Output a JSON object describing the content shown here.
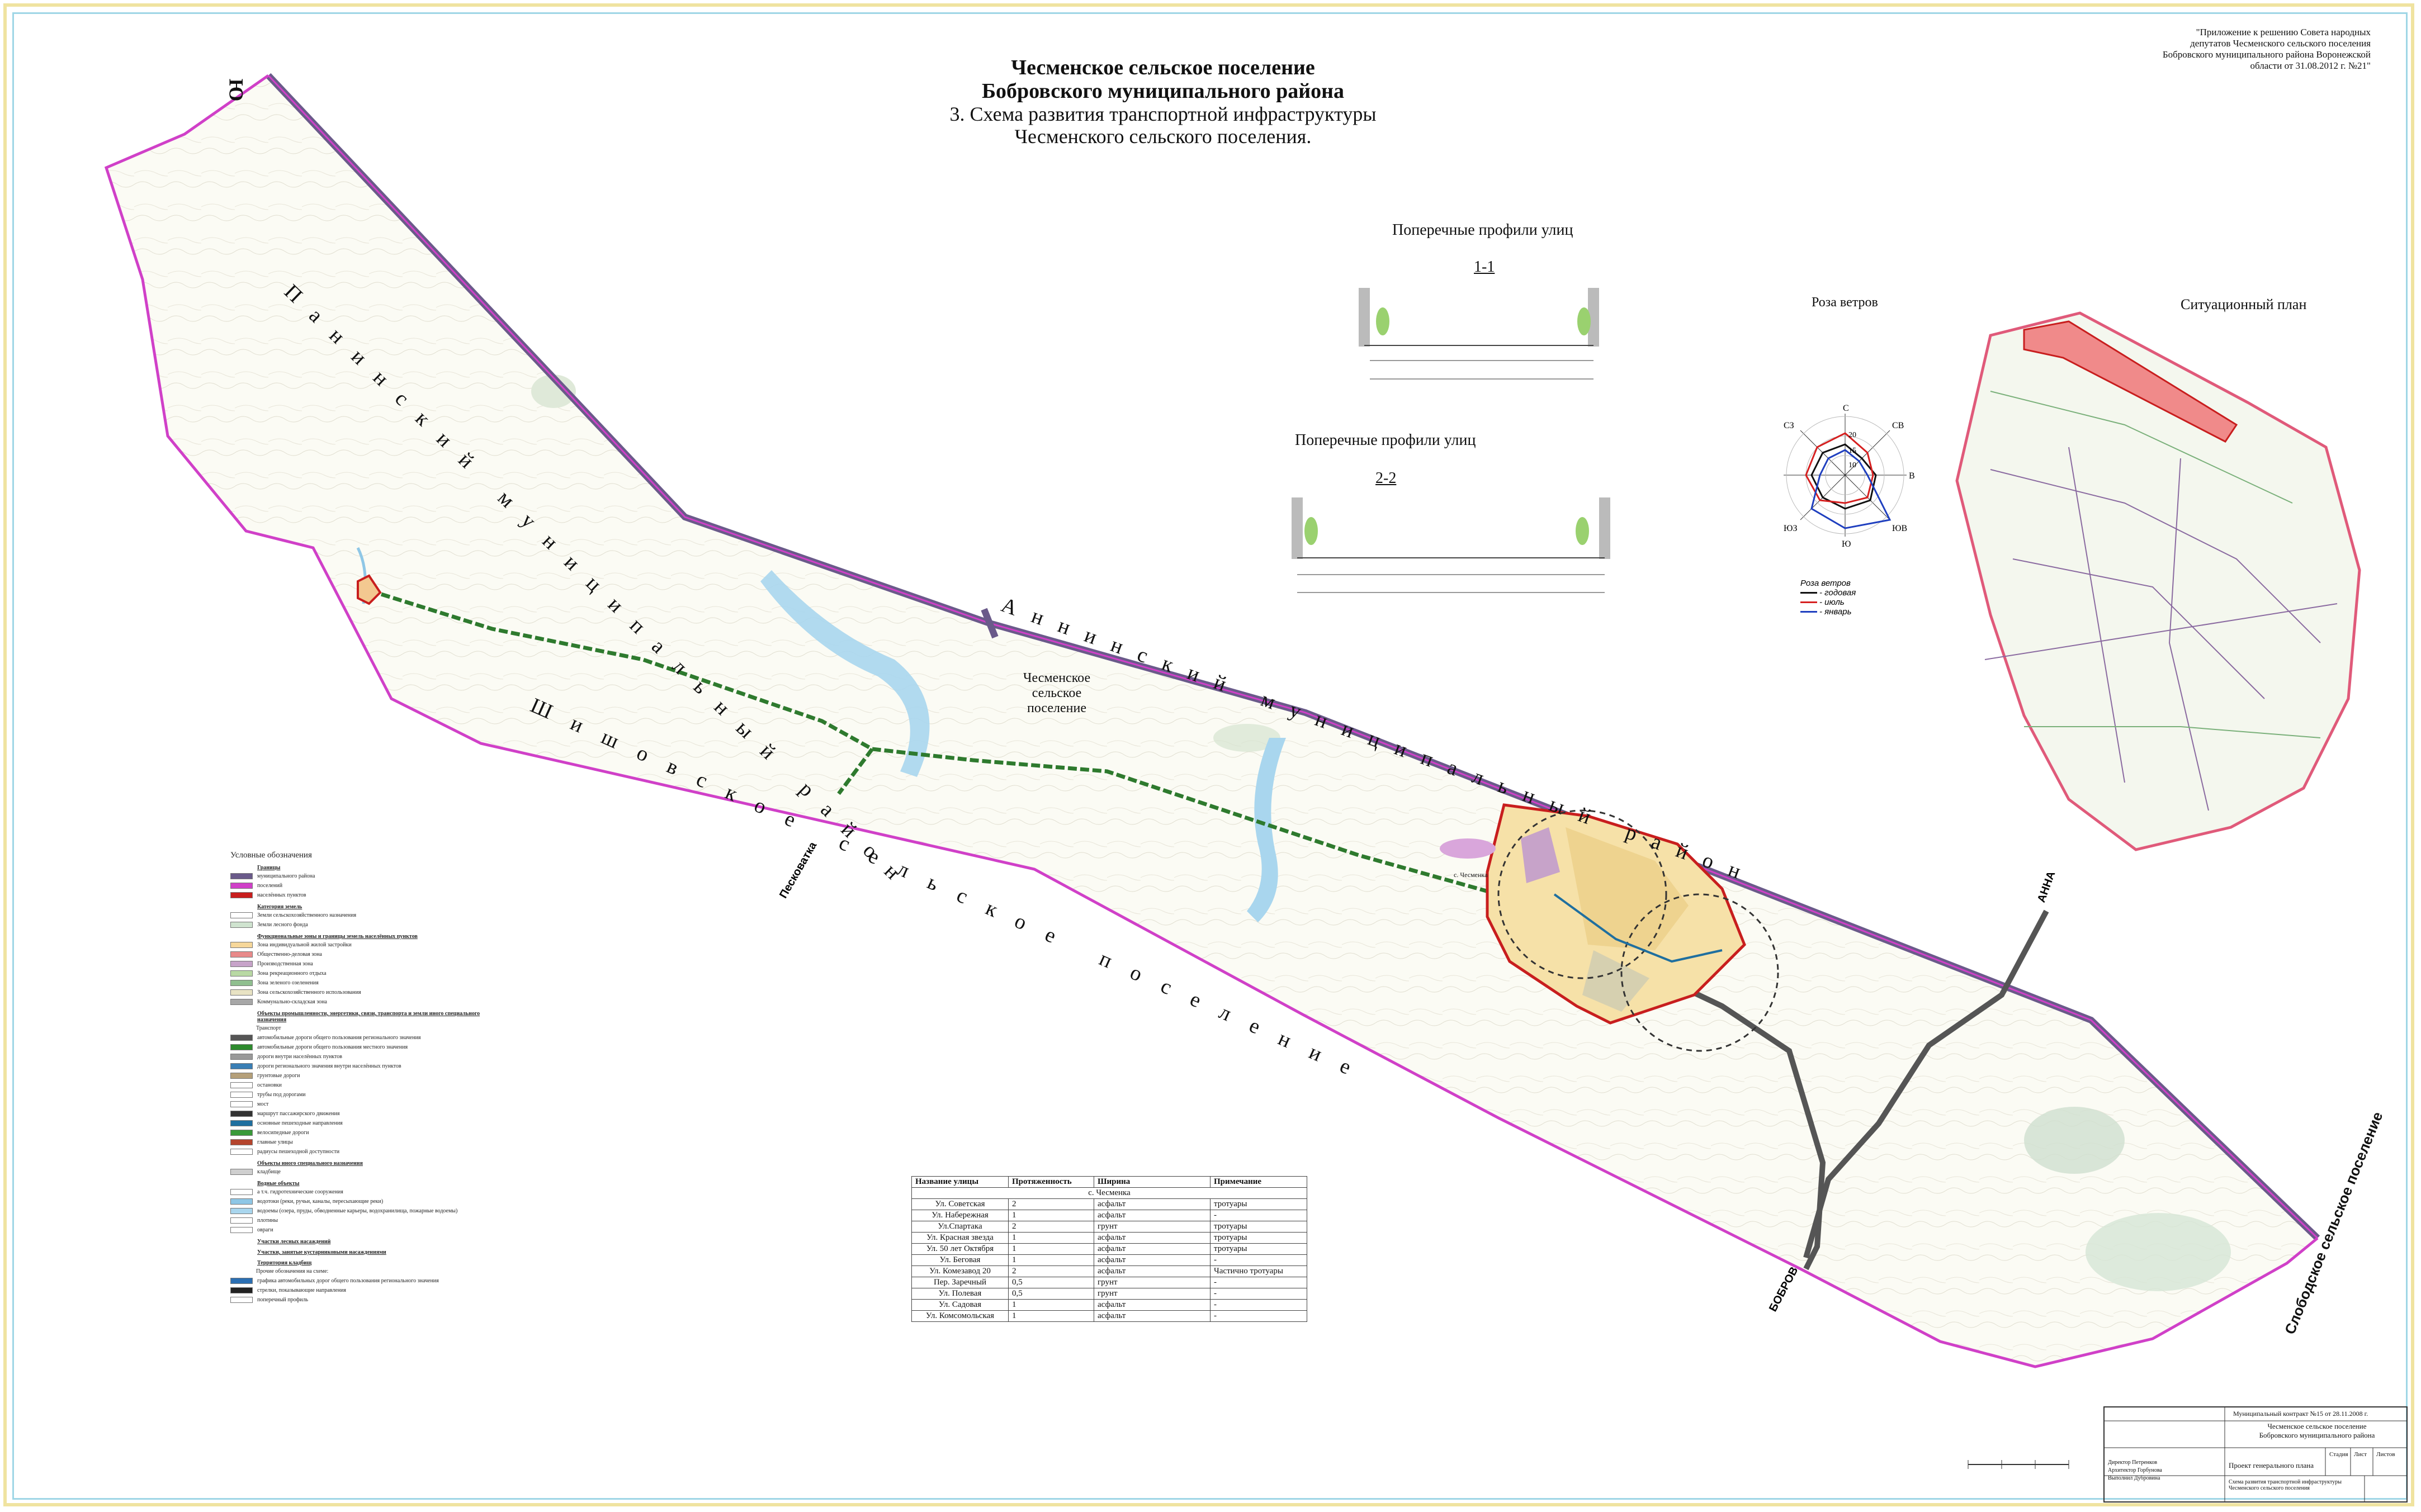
{
  "title": {
    "line1": "Чесменское сельское поселение",
    "line2": "Бобровского муниципального района",
    "line3": "3. Схема развития транспортной инфраструктуры",
    "line4": "Чесменского сельского поселения."
  },
  "appendix": {
    "line1": "\"Приложение к решению Совета народных",
    "line2": "депутатов Чесменского сельского поселения",
    "line3": "Бобровского муниципального района Воронежской",
    "line4": "области от 31.08.2012 г. №21\""
  },
  "profiles": {
    "heading1": "Поперечные профили улиц",
    "section1": "1-1",
    "heading2": "Поперечные профили улиц",
    "section2": "2-2"
  },
  "wind_rose": {
    "title": "Роза ветров",
    "dirs": [
      "С",
      "СВ",
      "В",
      "ЮВ",
      "Ю",
      "ЮЗ",
      "З",
      "СЗ"
    ],
    "ticks": [
      "20",
      "15",
      "10"
    ],
    "legend_title": "Роза ветров",
    "legend": [
      "- годовая",
      "- июль",
      "- январь"
    ],
    "colors": [
      "#111111",
      "#d62020",
      "#1f3fbf"
    ]
  },
  "situation_plan": {
    "title": "Ситуационный план"
  },
  "map_labels": {
    "settlement": "Чесменское",
    "settlement2": "сельское поселение",
    "village": "с. Чесменка",
    "neighbor_left": "Ю",
    "district_top": "Панинский муниципальный район",
    "district_right": "Аннинский муниципальный район",
    "shishovskoe": "Шишовское сельское поселение",
    "slobodskoe": "Слободское сельское поселение",
    "road_left": "Песковатка",
    "road_right": "АННА",
    "road_bottom": "БОБРОВ"
  },
  "legend": {
    "title": "Условные обозначения",
    "items": [
      {
        "head": "Границы"
      },
      {
        "text": "муниципального района",
        "color": "#6a5a8a"
      },
      {
        "text": "поселений",
        "color": "#d040c8"
      },
      {
        "text": "населённых пунктов",
        "color": "#c81e1e"
      },
      {
        "head": "Категория земель"
      },
      {
        "text": "Земли сельскохозяйственного назначения",
        "color": "#ffffff"
      },
      {
        "text": "Земли лесного фонда",
        "color": "#cfe3cf"
      },
      {
        "head": "Функциональные зоны и границы земель населённых пунктов"
      },
      {
        "text": "Зона индивидуальной жилой застройки",
        "color": "#f6d79a"
      },
      {
        "text": "Общественно-деловая зона",
        "color": "#e88a8a"
      },
      {
        "text": "Производственная зона",
        "color": "#c7a3c9"
      },
      {
        "text": "Зона рекреационного отдыха",
        "color": "#b9d9a4"
      },
      {
        "text": "Зона зеленого озеленения",
        "color": "#8fbf8f"
      },
      {
        "text": "Зона сельскохозяйственного использования",
        "color": "#e8e3c4"
      },
      {
        "text": "Коммунально-складская зона",
        "color": "#a7a7a7"
      },
      {
        "head": "Объекты промышленности, энергетики, связи, транспорта и земли иного специального назначения"
      },
      {
        "text": "Транспорт"
      },
      {
        "text": "автомобильные дороги общего пользования регионального значения",
        "color": "#555555"
      },
      {
        "text": "автомобильные дороги общего пользования местного значения",
        "color": "#2e8b2e"
      },
      {
        "text": "дороги внутри населённых пунктов",
        "color": "#999999"
      },
      {
        "text": "дороги регионального значения внутри населённых пунктов",
        "color": "#3a7fb5"
      },
      {
        "text": "грунтовые дороги",
        "color": "#b5a07a"
      },
      {
        "text": "остановки",
        "color": "#ffffff"
      },
      {
        "text": "трубы под дорогами",
        "color": "#ffffff"
      },
      {
        "text": "мост",
        "color": "#ffffff"
      },
      {
        "text": "маршрут пассажирского движения",
        "color": "#333333"
      },
      {
        "text": "основные пешеходные направления",
        "color": "#1f6f9f"
      },
      {
        "text": "велосипедные дороги",
        "color": "#3a9a3a"
      },
      {
        "text": "главные улицы",
        "color": "#b5452d"
      },
      {
        "text": "радиусы пешеходной доступности",
        "color": "#ffffff"
      },
      {
        "head": "Объекты иного специального назначения"
      },
      {
        "text": "кладбище",
        "color": "#cfcfcf"
      },
      {
        "head": "Водные объекты"
      },
      {
        "text": "а т.ч. гидротехнические сооружения",
        "color": "#ffffff"
      },
      {
        "text": "водотоки (реки, ручьи, каналы, пересыхающие реки)",
        "color": "#8fc7e6"
      },
      {
        "text": "водоемы (озера, пруды, обводненные карьеры, водохранилища, пожарные водоемы)",
        "color": "#a9d6ee"
      },
      {
        "text": "плотины",
        "color": "#ffffff"
      },
      {
        "text": "овраги",
        "color": "#ffffff"
      },
      {
        "head": "Участки лесных насаждений"
      },
      {
        "head": "Участки, занятые кустарниковыми насаждениями"
      },
      {
        "head": "Территория кладбищ"
      },
      {
        "text": "Прочие обозначения на схеме:"
      },
      {
        "text": "графика автомобильных дорог общего пользования регионального значения",
        "color": "#2b6fb3"
      },
      {
        "text": "стрелки, показывающие направления",
        "color": "#222222"
      },
      {
        "text": "поперечный профиль",
        "color": "#ffffff"
      }
    ]
  },
  "streets_table": {
    "headers": [
      "Название улицы",
      "Протяженность",
      "Ширина",
      "Примечание"
    ],
    "group": "с. Чесменка",
    "rows": [
      [
        "Ул. Советская",
        "2",
        "асфальт",
        "тротуары"
      ],
      [
        "Ул. Набережная",
        "1",
        "асфальт",
        "-"
      ],
      [
        "Ул.Спартака",
        "2",
        "грунт",
        "тротуары"
      ],
      [
        "Ул. Красная звезда",
        "1",
        "асфальт",
        "тротуары"
      ],
      [
        "Ул. 50 лет Октября",
        "1",
        "асфальт",
        "тротуары"
      ],
      [
        "Ул. Беговая",
        "1",
        "асфальт",
        "-"
      ],
      [
        "Ул. Комезавод 20",
        "2",
        "асфальт",
        "Частично тротуары"
      ],
      [
        "Пер. Заречный",
        "0,5",
        "грунт",
        "-"
      ],
      [
        "Ул. Полевая",
        "0,5",
        "грунт",
        "-"
      ],
      [
        "Ул. Садовая",
        "1",
        "асфальт",
        "-"
      ],
      [
        "Ул. Комсомольская",
        "1",
        "асфальт",
        "-"
      ]
    ]
  },
  "stamp": {
    "contract": "Муниципальный контракт №15 от 28.11.2008 г.",
    "org1": "Чесменское сельское поселение",
    "org2": "Бобровского муниципального района",
    "project": "Проект генерального плана",
    "stage": "Стадия",
    "sheet": "Лист",
    "sheets": "Листов",
    "desc1": "Схема развития транспортной инфраструктуры",
    "desc2": "Чесменского сельского поселения",
    "roles": [
      "Директор",
      "Архитектор",
      "Выполнил"
    ],
    "names": [
      "Петренков",
      "Горбунова",
      "Дубровина"
    ]
  }
}
